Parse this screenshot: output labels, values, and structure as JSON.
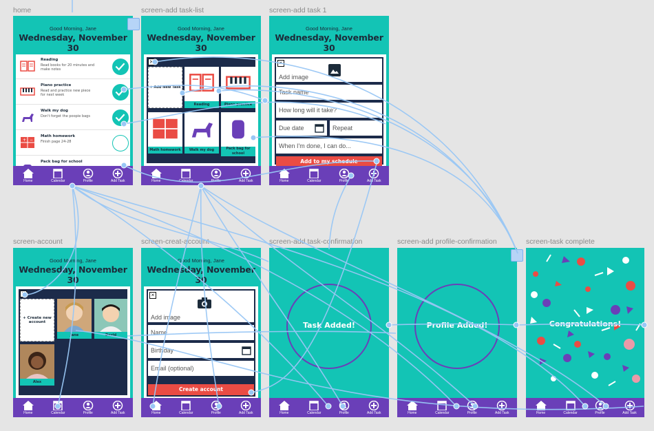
{
  "frames": {
    "home": "home",
    "add_task_list": "screen-add task-list",
    "add_task_1": "screen-add task 1",
    "account": "screen-account",
    "creat_account": "screen-creat-account",
    "task_confirmation": "screen-add task-confirmation",
    "profile_confirmation": "screen-add profile-confirmation",
    "task_complete": "screen-task complete"
  },
  "header": {
    "greeting": "Good Morning, Jane",
    "date": "Wednesday, November 30"
  },
  "nav": [
    "Home",
    "Calendar",
    "Profile",
    "Add Task"
  ],
  "home_tasks": [
    {
      "name": "Reading",
      "desc": "Read books for 20 minutes and make notes",
      "icon": "book-icon",
      "done": true
    },
    {
      "name": "Piano practice",
      "desc": "Read and practice new piece for next week",
      "icon": "piano-icon",
      "done": true
    },
    {
      "name": "Walk my dog",
      "desc": "Don't forget the poopie bags",
      "icon": "dog-icon",
      "done": true
    },
    {
      "name": "Math homework",
      "desc": "Finish page 24-28",
      "icon": "math-icon",
      "done": false
    },
    {
      "name": "Pack bag for school",
      "desc": "",
      "icon": "bag-icon",
      "done": false
    }
  ],
  "task_list": {
    "add_new": "+ Add New Task",
    "tiles": [
      "Reading",
      "Piano practice",
      "Math homework",
      "Walk my dog",
      "Pack bag for school"
    ]
  },
  "add_task_form": {
    "add_image": "Add image",
    "task_name": "Task name",
    "how_long": "How long will it take?",
    "due_date": "Due date",
    "repeat": "Repeat",
    "when_done": "When I'm done, I can do...",
    "submit": "Add to my schedule"
  },
  "account": {
    "create": "+ Create new account",
    "profiles": [
      "Jane",
      "David",
      "Alex"
    ]
  },
  "create_account_form": {
    "add_image": "Add image",
    "name": "Name",
    "birthday": "Birthday",
    "email": "Email (optional)",
    "submit": "Create account"
  },
  "confirm": {
    "task": "Task Added!",
    "profile": "Profile Added!",
    "complete": "Congratulations!"
  },
  "colors": {
    "teal": "#13c4b5",
    "purple": "#6a3fb8",
    "navy": "#1c2b4a",
    "red": "#ea4c44",
    "wire": "#99c7f5"
  }
}
